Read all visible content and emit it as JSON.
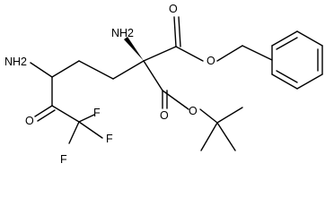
{
  "molecule": {
    "labels": {
      "amine_top": "NH2",
      "amine_left": "NH2",
      "ketone_oxygen": "O",
      "fluorine_1": "F",
      "fluorine_2": "F",
      "fluorine_3": "F",
      "ester_carbonyl_top": "O",
      "ester_oxygen_top": "O",
      "ester_carbonyl_bottom": "O",
      "ester_oxygen_bottom": "O"
    }
  }
}
